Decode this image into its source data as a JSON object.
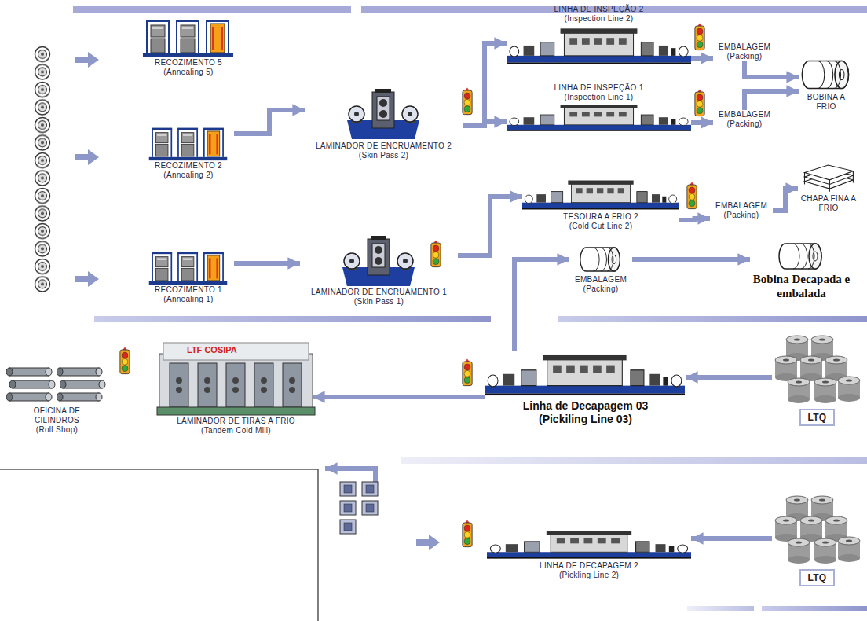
{
  "diagram": {
    "nodes": [
      {
        "text": [
          "RECOZIMENTO 5 (Annealing 5)"
        ]
      },
      {
        "text": [
          "RECOZIMENTO 2 (Annealing 2)"
        ]
      },
      {
        "text": [
          "RECOZIMENTO 1 (Annealing 1)"
        ]
      },
      {
        "text": [
          "LAMINADOR DE ENCRUAMENTO 2 (Skin Pass 2)"
        ]
      },
      {
        "text": [
          "LAMINADOR DE ENCRUAMENTO 1 (Skin Pass 1)"
        ]
      },
      {
        "text": [
          "LINHA DE INSPEÇÃO 2 (Inspection Line 2)"
        ]
      },
      {
        "text": [
          "LINHA DE INSPEÇÃO 1 (Inspection Line 1)"
        ]
      },
      {
        "text": [
          "EMBALAGEM (Packing)"
        ]
      },
      {
        "text": [
          "EMBALAGEM (Packing)"
        ]
      },
      {
        "text": [
          "BOBINA A FRIO"
        ]
      },
      {
        "text": [
          "TESOURA A FRIO 2 (Cold Cut Line 2)"
        ]
      },
      {
        "text": [
          "EMBALAGEM (Packing)"
        ]
      },
      {
        "text": [
          "CHAPA FINA A FRIO"
        ]
      },
      {
        "text": [
          "EMBALAGEM (Packing)"
        ]
      },
      {
        "text": [
          "Bobina Decapada e embalada"
        ]
      },
      {
        "text": [
          "OFICINA DE CILINDROS (Roll Shop)"
        ]
      },
      {
        "text": [
          "LAMINADOR DE TIRAS A FRIO (Tandem Cold Mill)"
        ]
      },
      {
        "text": [
          "Linha de Decapagem 03 (Pickiling Line 03)"
        ]
      },
      {
        "text": [
          "LTQ"
        ]
      },
      {
        "text": [
          "LINHA DE DECAPAGEM 2 (Pickling Line 2)"
        ]
      },
      {
        "text": [
          "LTQ"
        ]
      }
    ],
    "edges": [
      {
        "from": 1,
        "to": 3,
        "arrow": "to"
      },
      {
        "from": 2,
        "to": 4,
        "arrow": "to"
      },
      {
        "from": 3,
        "to": 5,
        "arrow": "to"
      },
      {
        "from": 3,
        "to": 6,
        "arrow": "to"
      },
      {
        "from": 4,
        "to": 10,
        "arrow": "to"
      },
      {
        "from": 5,
        "to": 7,
        "arrow": "to"
      },
      {
        "from": 6,
        "to": 8,
        "arrow": "to"
      },
      {
        "from": 7,
        "to": 9,
        "arrow": "to"
      },
      {
        "from": 8,
        "to": 9,
        "arrow": "to"
      },
      {
        "from": 10,
        "to": 11,
        "arrow": "to"
      },
      {
        "from": 11,
        "to": 12,
        "arrow": "to"
      },
      {
        "from": 13,
        "to": 14,
        "arrow": "to"
      },
      {
        "from": 17,
        "to": 13,
        "arrow": "to"
      },
      {
        "from": 18,
        "to": 17,
        "arrow": "to"
      },
      {
        "from": 17,
        "to": 16,
        "arrow": "to"
      },
      {
        "from": 20,
        "to": 19,
        "arrow": "to"
      }
    ],
    "labels": [
      "LTF COSIPA"
    ]
  }
}
